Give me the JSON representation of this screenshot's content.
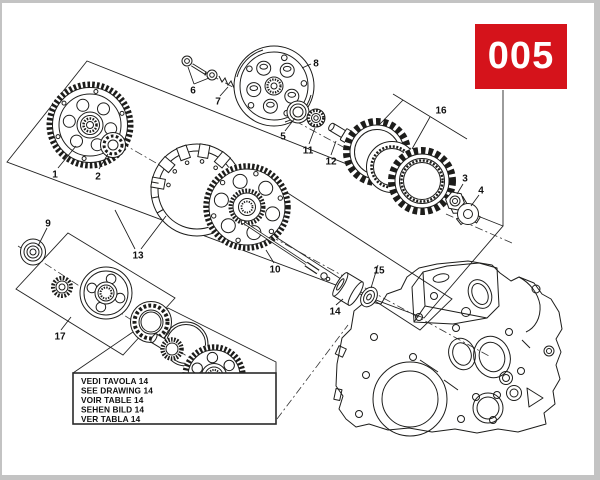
{
  "badge": {
    "number": "005"
  },
  "note_box": {
    "lines": [
      "VEDI TAVOLA 14",
      "SEE DRAWING 14",
      "VOIR TABLE 14",
      "SEHEN BILD 14",
      "VER TABLA 14"
    ]
  },
  "part_labels": {
    "p1": "1",
    "p2": "2",
    "p3": "3",
    "p4": "4",
    "p5": "5",
    "p6": "6",
    "p7": "7",
    "p8": "8",
    "p9": "9",
    "p10": "10",
    "p11": "11",
    "p12": "12",
    "p13": "13",
    "p14": "14",
    "p15": "15",
    "p16": "16",
    "p17": "17"
  },
  "colors": {
    "badge_red": "#d5131b",
    "ink": "#1d1d1b",
    "page_bg": "#ffffff",
    "surround": "#c3c3c3",
    "note_border": "#2a2a2a"
  }
}
